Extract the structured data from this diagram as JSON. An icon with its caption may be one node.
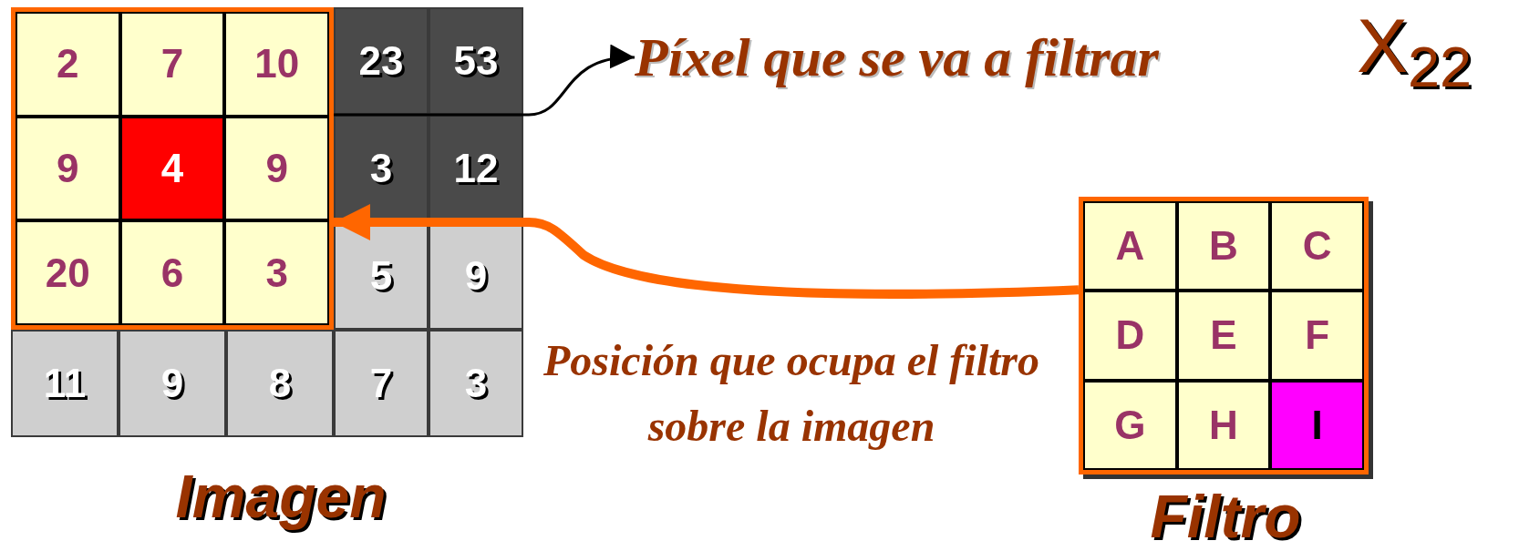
{
  "diagram": {
    "nodes": [
      {
        "text": [],
        "shape": "box"
      },
      {
        "text": [
          "2"
        ],
        "in": 0
      },
      {
        "text": [
          "7"
        ],
        "in": 0
      },
      {
        "text": [
          "10"
        ],
        "in": 0
      },
      {
        "text": [
          "23"
        ]
      },
      {
        "text": [
          "53"
        ]
      },
      {
        "text": [
          "9"
        ],
        "in": 0
      },
      {
        "text": [
          "4"
        ],
        "in": 0
      },
      {
        "text": [
          "9"
        ],
        "in": 0
      },
      {
        "text": [
          "3"
        ]
      },
      {
        "text": [
          "12"
        ]
      },
      {
        "text": [
          "20"
        ],
        "in": 0
      },
      {
        "text": [
          "6"
        ],
        "in": 0
      },
      {
        "text": [
          "3"
        ],
        "in": 0
      },
      {
        "text": [
          "5"
        ]
      },
      {
        "text": [
          "9"
        ]
      },
      {
        "text": [
          "11"
        ]
      },
      {
        "text": [
          "9"
        ]
      },
      {
        "text": [
          "8"
        ]
      },
      {
        "text": [
          "7"
        ]
      },
      {
        "text": [
          "3"
        ]
      },
      {
        "text": [
          "Píxel que se va a filtrar"
        ]
      },
      {
        "text": [],
        "shape": "box"
      },
      {
        "text": [
          "A"
        ],
        "in": 22
      },
      {
        "text": [
          "B"
        ],
        "in": 22
      },
      {
        "text": [
          "C"
        ],
        "in": 22
      },
      {
        "text": [
          "D"
        ],
        "in": 22
      },
      {
        "text": [
          "E"
        ],
        "in": 22
      },
      {
        "text": [
          "F"
        ],
        "in": 22
      },
      {
        "text": [
          "G"
        ],
        "in": 22
      },
      {
        "text": [
          "H"
        ],
        "in": 22
      },
      {
        "text": [
          "I"
        ],
        "in": 22
      }
    ],
    "edges": [
      {
        "from": 0,
        "to": 21,
        "arrow": "to"
      },
      {
        "from": 22,
        "to": 0,
        "arrow": "to",
        "style": "thick",
        "color": "#ff6600"
      }
    ],
    "labels": [
      "X$_{22}$",
      "Posición que ocupa el filtro sobre la imagen",
      "Imagen",
      "Filtro"
    ]
  }
}
